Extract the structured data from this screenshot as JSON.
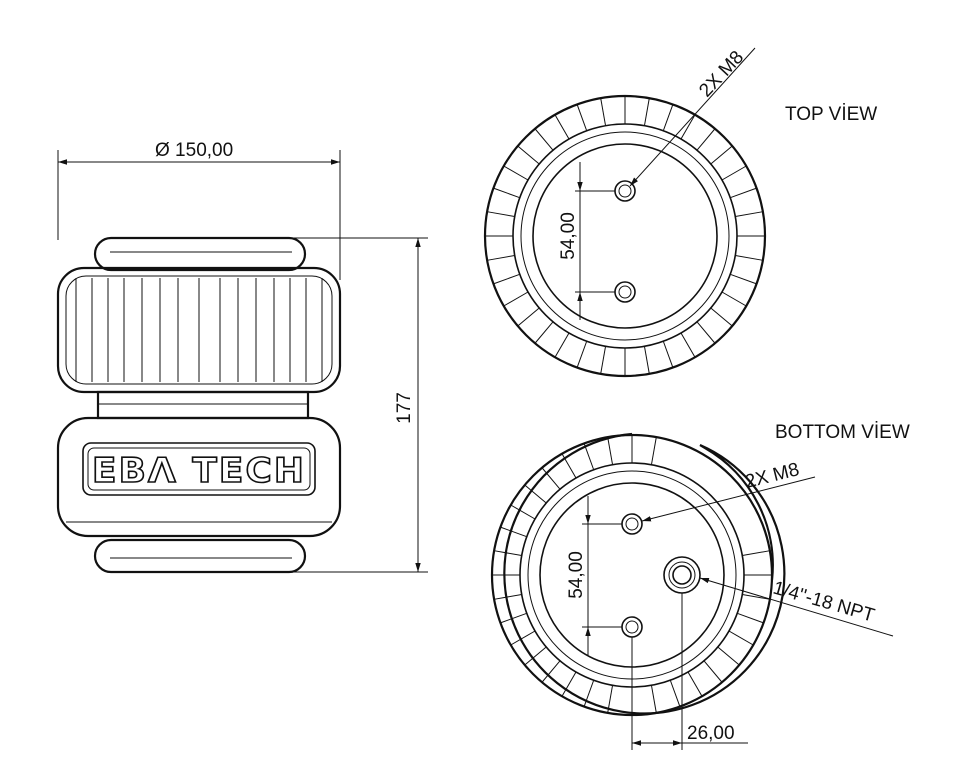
{
  "views": {
    "side": {
      "diameter_label": "Ø 150,00",
      "height_label": "177",
      "brand_text": "EBΛ TECH"
    },
    "top": {
      "title": "TOP VİEW",
      "thread_label": "2X M8",
      "spacing_label": "54,00"
    },
    "bottom": {
      "title": "BOTTOM VİEW",
      "thread_label": "2X M8",
      "spacing_label": "54,00",
      "port_label": "1/4''-18 NPT",
      "offset_label": "26,00"
    }
  }
}
